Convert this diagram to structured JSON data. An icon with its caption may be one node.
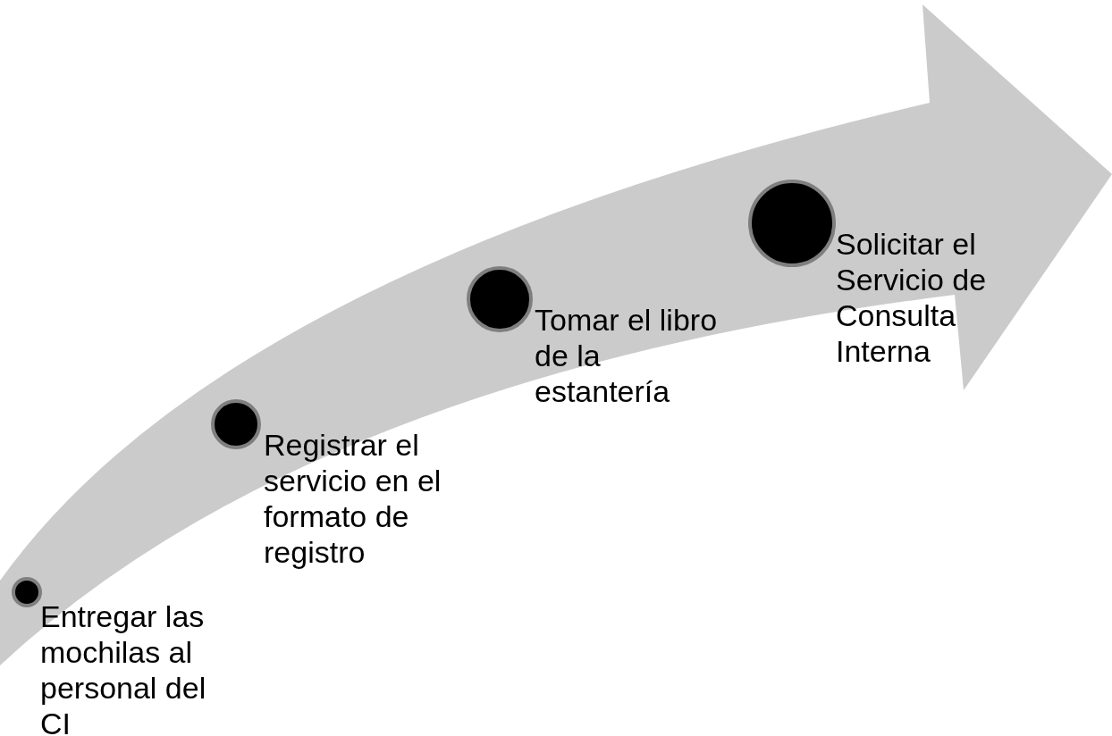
{
  "diagram": {
    "nodes": [
      {
        "text": [
          "Entregar las mochilas al personal del CI"
        ]
      },
      {
        "text": [
          "Registrar el servicio en el formato de registro"
        ]
      },
      {
        "text": [
          "Tomar el libro de la estantería"
        ]
      },
      {
        "text": [
          "Solicitar el Servicio de Consulta Interna"
        ]
      }
    ]
  }
}
